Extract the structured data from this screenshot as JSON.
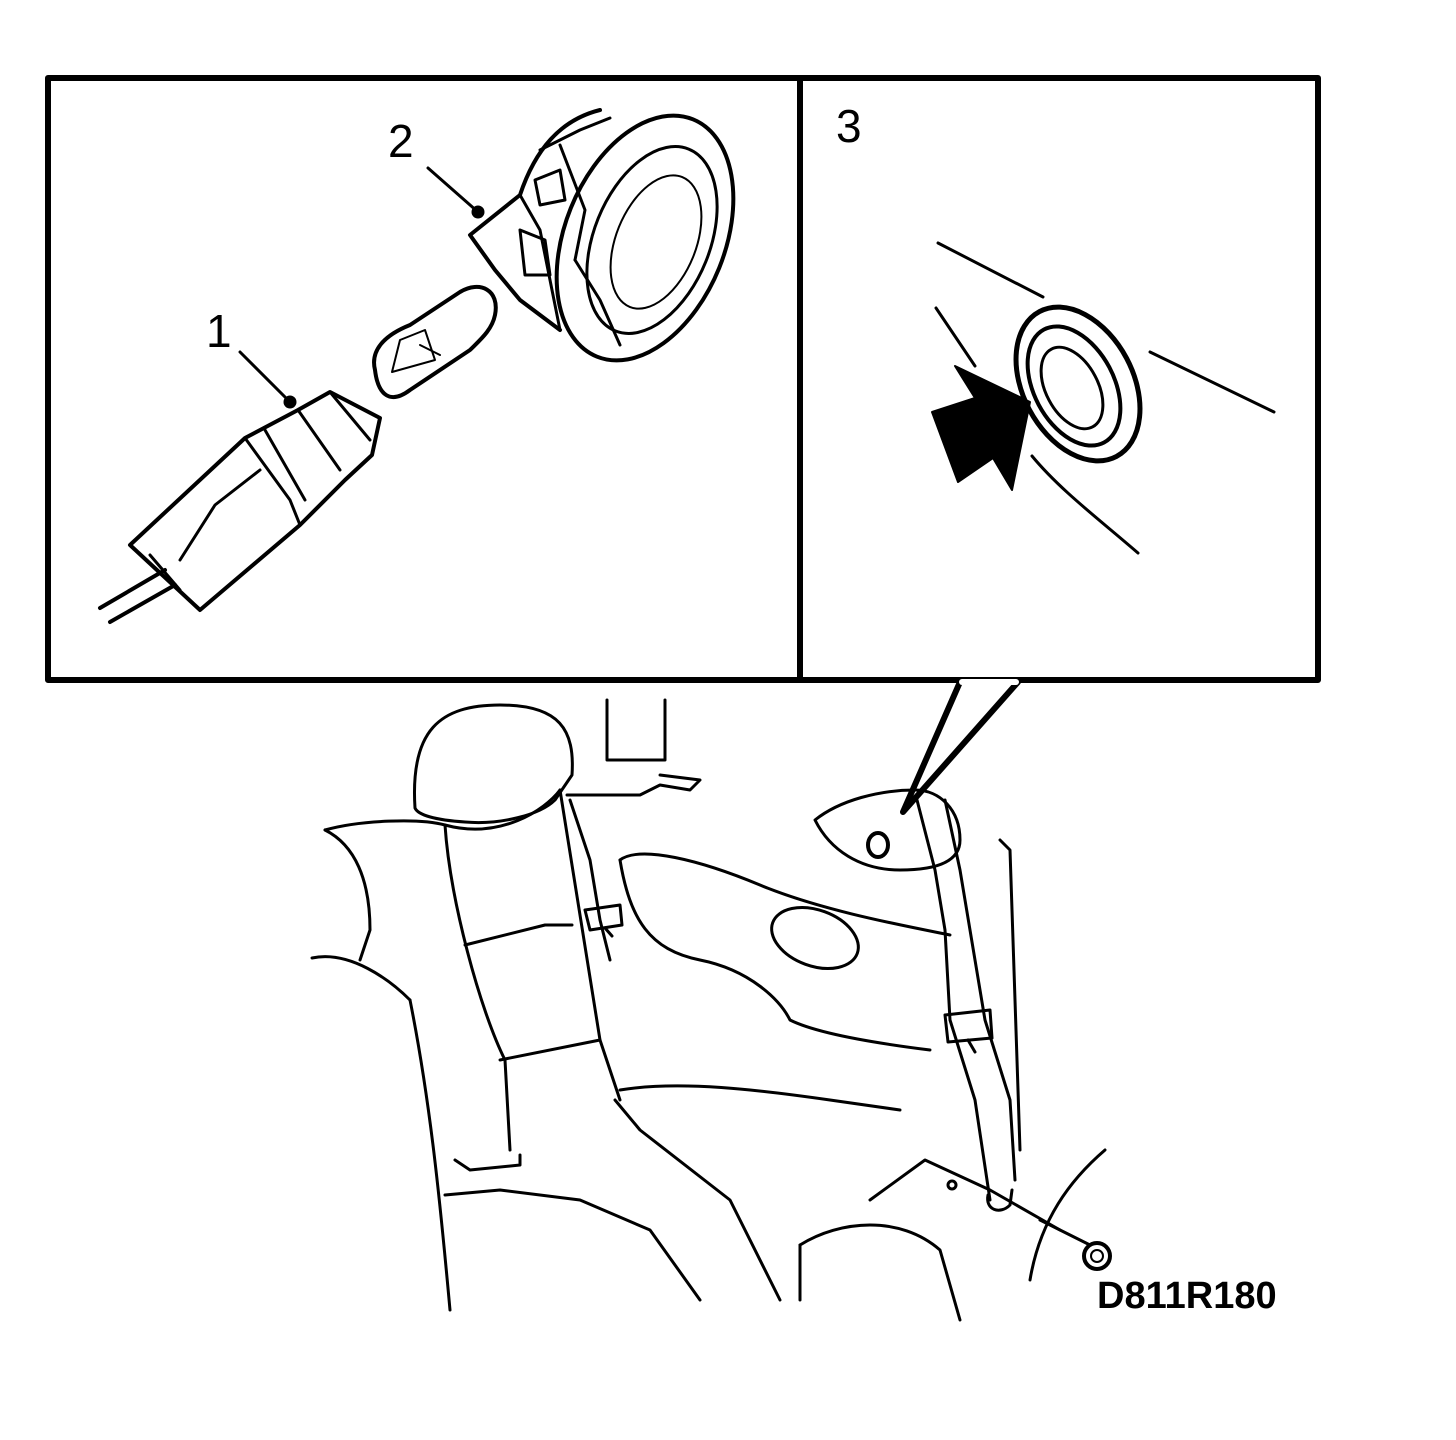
{
  "callouts": {
    "bulb_holder": "1",
    "lamp_housing": "2",
    "installed_view": "3"
  },
  "figure_code": "D811R180",
  "colors": {
    "ink": "#000000",
    "paper": "#ffffff"
  }
}
